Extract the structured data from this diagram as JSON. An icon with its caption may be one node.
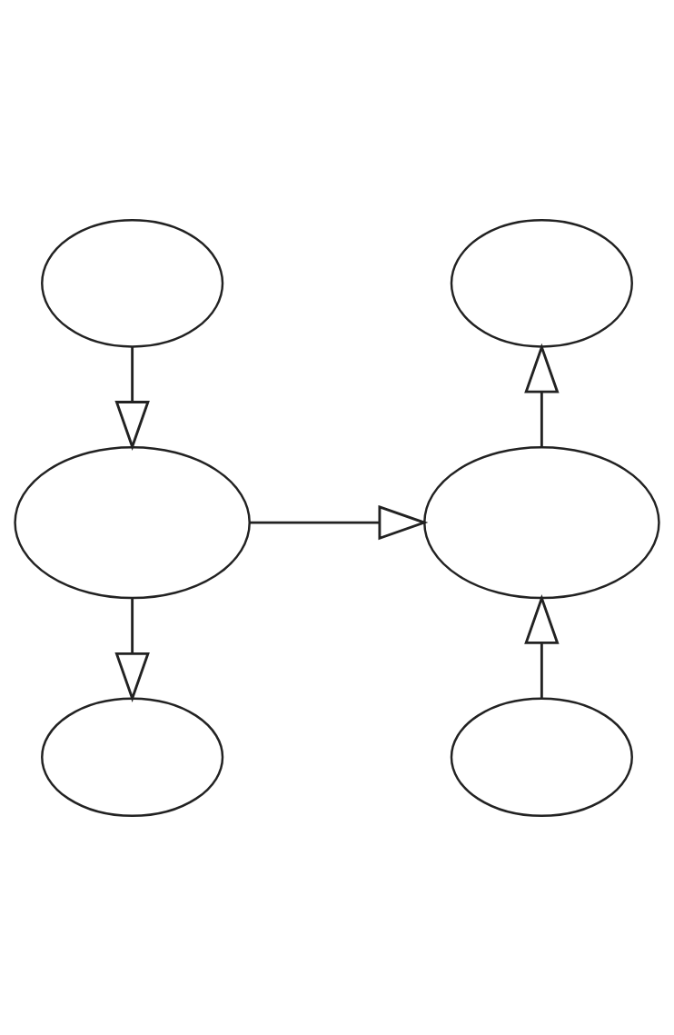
{
  "diagram": {
    "nodes": [
      {
        "text": [],
        "shape": "ellipse"
      },
      {
        "text": [],
        "shape": "ellipse"
      },
      {
        "text": [],
        "shape": "ellipse"
      },
      {
        "text": [],
        "shape": "ellipse"
      },
      {
        "text": [],
        "shape": "ellipse"
      },
      {
        "text": [],
        "shape": "ellipse"
      }
    ],
    "edges": [
      {
        "from": 0,
        "to": 2,
        "arrow": "to"
      },
      {
        "from": 2,
        "to": 4,
        "arrow": "to"
      },
      {
        "from": 2,
        "to": 3,
        "arrow": "to"
      },
      {
        "from": 3,
        "to": 1,
        "arrow": "to"
      },
      {
        "from": 5,
        "to": 3,
        "arrow": "to"
      }
    ]
  }
}
